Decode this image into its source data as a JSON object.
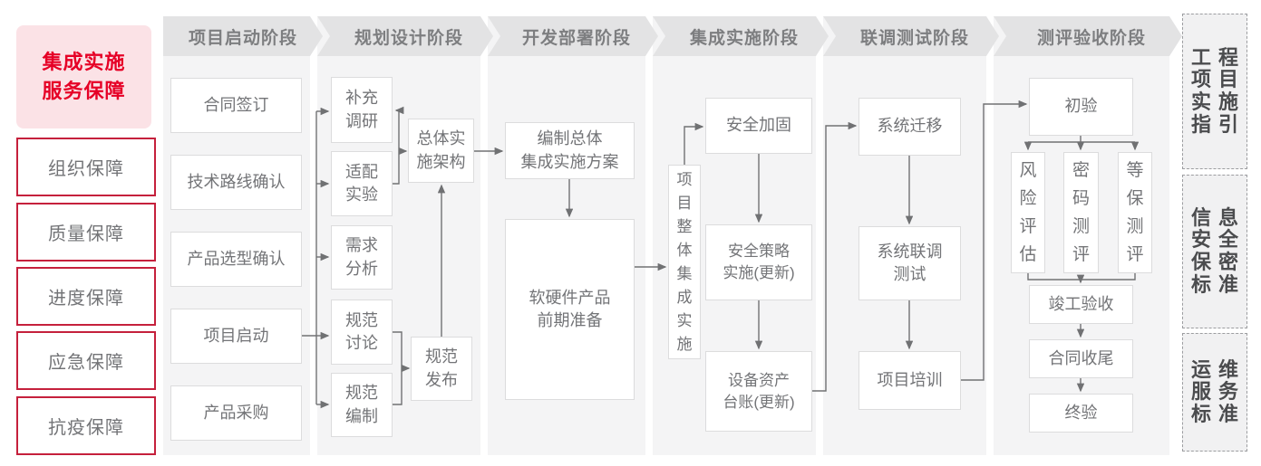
{
  "left_panel": {
    "title": "集成实施\n服务保障",
    "items": [
      {
        "label": "组织保障"
      },
      {
        "label": "质量保障"
      },
      {
        "label": "进度保障"
      },
      {
        "label": "应急保障"
      },
      {
        "label": "抗疫保障"
      }
    ]
  },
  "phases": [
    {
      "label": "项目启动阶段",
      "boxes": [
        {
          "text": "合同签订"
        },
        {
          "text": "技术路线确认"
        },
        {
          "text": "产品选型确认"
        },
        {
          "text": "项目启动"
        },
        {
          "text": "产品采购"
        }
      ]
    },
    {
      "label": "规划设计阶段",
      "boxes": [
        {
          "text": "补充\n调研"
        },
        {
          "text": "适配\n实验"
        },
        {
          "text": "需求\n分析"
        },
        {
          "text": "规范\n讨论"
        },
        {
          "text": "规范\n编制"
        },
        {
          "text": "总体实\n施架构"
        },
        {
          "text": "规范\n发布"
        }
      ]
    },
    {
      "label": "开发部署阶段",
      "boxes": [
        {
          "text": "编制总体\n集成实施方案"
        },
        {
          "text": "软硬件产品\n前期准备"
        }
      ]
    },
    {
      "label": "集成实施阶段",
      "boxes": [
        {
          "text": "项目整体集成实施"
        },
        {
          "text": "安全加固"
        },
        {
          "text": "安全策略\n实施(更新)"
        },
        {
          "text": "设备资产\n台账(更新)"
        }
      ]
    },
    {
      "label": "联调测试阶段",
      "boxes": [
        {
          "text": "系统迁移"
        },
        {
          "text": "系统联调\n测试"
        },
        {
          "text": "项目培训"
        }
      ]
    },
    {
      "label": "测评验收阶段",
      "boxes": [
        {
          "text": "初验"
        },
        {
          "text": "风险评估"
        },
        {
          "text": "密码测评"
        },
        {
          "text": "等保测评"
        },
        {
          "text": "竣工验收"
        },
        {
          "text": "合同收尾"
        },
        {
          "text": "终验"
        }
      ]
    }
  ],
  "right_panel": {
    "items": [
      {
        "lines": [
          "工程",
          "项目",
          "实施",
          "指引"
        ]
      },
      {
        "lines": [
          "信息",
          "安全",
          "保密",
          "标准"
        ]
      },
      {
        "lines": [
          "运维",
          "服务",
          "标准"
        ]
      }
    ]
  },
  "colors": {
    "accent_red": "#c5203c",
    "title_red": "#e60026",
    "title_bg": "#fbe2e6",
    "header_gray": "#e3e3e4",
    "panel_gray": "#f4f4f5",
    "line_gray": "#707173"
  }
}
